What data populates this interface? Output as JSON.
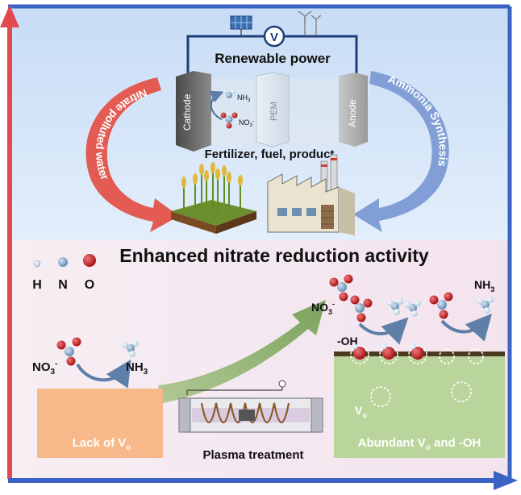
{
  "cell": {
    "power_label": "Renewable power",
    "voltmeter_symbol": "V",
    "cathode_label": "Cathode",
    "pem_label": "PEM",
    "anode_label": "Anode",
    "nh3_label": "NH",
    "nh3_sub": "3",
    "no3_label": "NO",
    "no3_sub": "3",
    "no3_sup": "-",
    "output_label": "Fertilizer, fuel, product"
  },
  "arrows": {
    "left_label": "Nitrate polluted water",
    "right_label": "Ammonia Synthesis"
  },
  "headline": "Enhanced nitrate reduction activity",
  "legend": {
    "items": [
      {
        "symbol": "H",
        "color": "#d6e7f2"
      },
      {
        "symbol": "N",
        "color": "#7fa7c7"
      },
      {
        "symbol": "O",
        "color": "#c0171c"
      }
    ]
  },
  "left_reaction": {
    "reactant": "NO",
    "reactant_sub": "3",
    "reactant_sup": "-",
    "product": "NH",
    "product_sub": "3"
  },
  "left_box": {
    "label": "Lack of V",
    "label_sub": "o",
    "color": "#f7b98a"
  },
  "plasma": {
    "label": "Plasma treatment"
  },
  "right_reaction": {
    "reactant": "NO",
    "reactant_sub": "3",
    "reactant_sup": "-",
    "product": "NH",
    "product_sub": "3",
    "oh_label": "-OH"
  },
  "right_box": {
    "vo_label": "V",
    "vo_sub": "o",
    "label": "Abundant V",
    "label_sub": "o",
    "label_suffix": " and -OH",
    "color": "#b9d59c"
  },
  "colors": {
    "axis_red": "#e24a4d",
    "axis_blue": "#3b63c4",
    "top_bg": "#d5e6f8",
    "bottom_bg": "#f4e5ee",
    "arrow_red": "#e25a50",
    "arrow_blue": "#7f9ed6",
    "arrow_green": "#8fb06d"
  }
}
